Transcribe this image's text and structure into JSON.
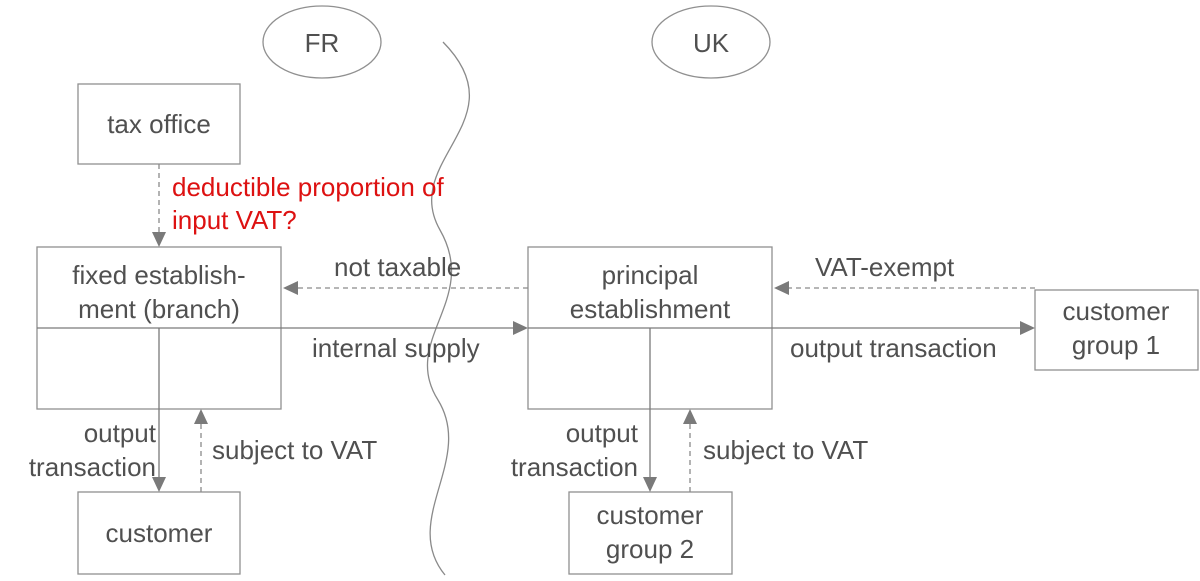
{
  "countries": {
    "left": "FR",
    "right": "UK"
  },
  "boxes": {
    "tax_office": "tax office",
    "fixed_establishment": [
      "fixed establish-",
      "ment (branch)"
    ],
    "principal_establishment": [
      "principal",
      "establishment"
    ],
    "customer": "customer",
    "customer_group_1": [
      "customer",
      "group 1"
    ],
    "customer_group_2": [
      "customer",
      "group 2"
    ]
  },
  "labels": {
    "question": [
      "deductible proportion of",
      "input VAT?"
    ],
    "not_taxable": "not taxable",
    "vat_exempt": "VAT-exempt",
    "internal_supply": "internal supply",
    "output_transaction_right": "output transaction",
    "output_transaction_left": [
      "output",
      "transaction"
    ],
    "subject_to_vat_left": "subject to VAT",
    "output_transaction_center": [
      "output",
      "transaction"
    ],
    "subject_to_vat_center": "subject to VAT"
  },
  "colors": {
    "stroke": "#909090",
    "text": "#505050",
    "highlight": "#dd1111"
  }
}
